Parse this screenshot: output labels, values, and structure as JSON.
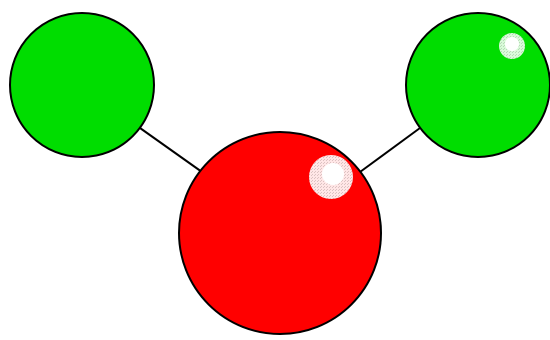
{
  "diagram": {
    "type": "molecule-ball-and-stick",
    "atoms": [
      {
        "name": "left-atom",
        "role": "outer",
        "color": "#00dd00",
        "highlight": false
      },
      {
        "name": "right-atom",
        "role": "outer",
        "color": "#00dd00",
        "highlight": true
      },
      {
        "name": "center-atom",
        "role": "central",
        "color": "#ff0000",
        "highlight": true
      }
    ],
    "bonds": [
      {
        "name": "left-bond",
        "from": "left-atom",
        "to": "center-atom"
      },
      {
        "name": "right-bond",
        "from": "right-atom",
        "to": "center-atom"
      }
    ],
    "colors": {
      "background": "#ffffff",
      "outline": "#000000",
      "bond": "#000000",
      "highlight": "#ffffff"
    }
  }
}
